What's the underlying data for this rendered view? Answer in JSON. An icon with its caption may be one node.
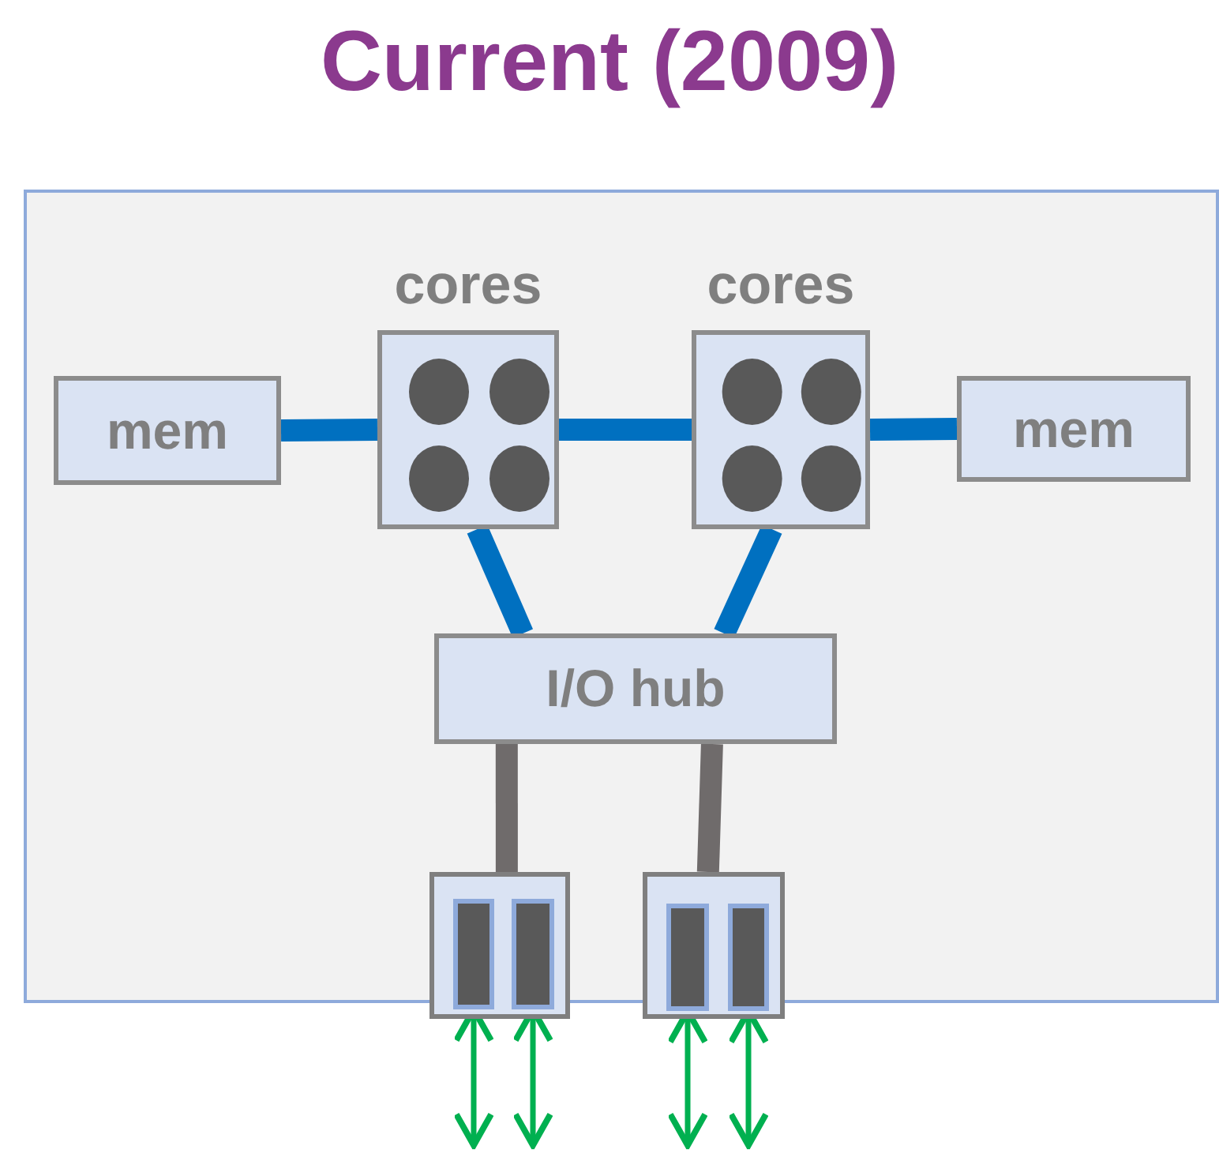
{
  "diagram": {
    "title": "Current (2009)",
    "nodes": [
      {
        "text": [],
        "shape": "box"
      },
      {
        "text": [
          "mem"
        ],
        "in": 0
      },
      {
        "text": [
          "cores"
        ],
        "in": 0
      },
      {
        "text": [
          "cores"
        ],
        "in": 0
      },
      {
        "text": [
          "mem"
        ],
        "in": 0
      },
      {
        "text": [
          "I/O hub"
        ],
        "in": 0
      },
      {
        "text": [],
        "shape": "box"
      },
      {
        "text": [],
        "shape": "box"
      },
      {
        "text": [],
        "shape": "bar",
        "in": 6
      },
      {
        "text": [],
        "shape": "bar",
        "in": 6
      },
      {
        "text": [],
        "shape": "bar",
        "in": 7
      },
      {
        "text": [],
        "shape": "bar",
        "in": 7
      }
    ],
    "edges": [
      {
        "from": 1,
        "to": 2,
        "arrow": "none"
      },
      {
        "from": 2,
        "to": 3,
        "arrow": "none"
      },
      {
        "from": 3,
        "to": 4,
        "arrow": "none"
      },
      {
        "from": 2,
        "to": 5,
        "arrow": "none"
      },
      {
        "from": 3,
        "to": 5,
        "arrow": "none"
      },
      {
        "from": 5,
        "to": 6,
        "arrow": "none",
        "color": "#6f6b6b"
      },
      {
        "from": 5,
        "to": 7,
        "arrow": "none",
        "color": "#6f6b6b"
      },
      {
        "from": null,
        "to": 8,
        "arrow": "both",
        "color": "#00b050"
      },
      {
        "from": null,
        "to": 9,
        "arrow": "both",
        "color": "#00b050"
      },
      {
        "from": null,
        "to": 10,
        "arrow": "both",
        "color": "#00b050"
      },
      {
        "from": null,
        "to": 11,
        "arrow": "both",
        "color": "#00b050"
      }
    ]
  }
}
